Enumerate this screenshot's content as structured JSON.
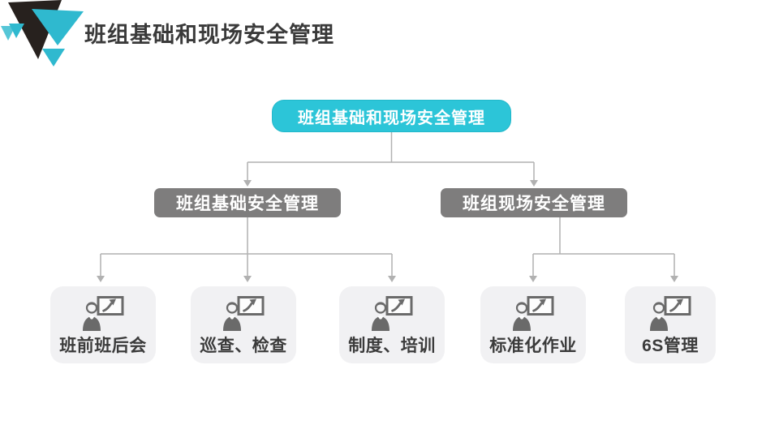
{
  "header": {
    "title": "班组基础和现场安全管理"
  },
  "diagram": {
    "root": {
      "label": "班组基础和现场安全管理"
    },
    "branches": [
      {
        "label": "班组基础安全管理",
        "children": [
          "班前班后会",
          "巡查、检查",
          "制度、培训"
        ]
      },
      {
        "label": "班组现场安全管理",
        "children": [
          "标准化作业",
          "6S管理"
        ]
      }
    ]
  },
  "icons": {
    "logo": "triangles-logo",
    "leaf_icon": "presenter-board-icon"
  },
  "colors": {
    "accent_cyan": "#2cc5d8",
    "logo_teal": "#2fb9cf",
    "branch_gray": "#7e7d7d",
    "connector_gray": "#b1b1b1",
    "card_bg": "#f1f1f3",
    "text_dark": "#3a3a3a",
    "icon_gray": "#6a6a6a"
  }
}
